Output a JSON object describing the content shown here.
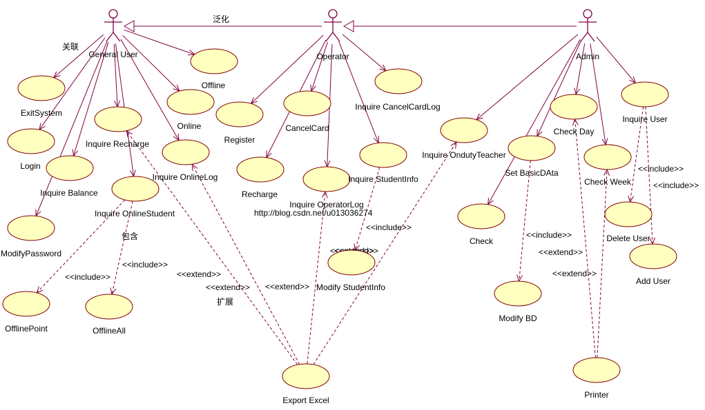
{
  "actors": [
    {
      "id": "general_user",
      "name": "General User"
    },
    {
      "id": "operator",
      "name": "Operator"
    },
    {
      "id": "admin",
      "name": "Admin"
    }
  ],
  "use_cases": [
    {
      "id": "exit_system",
      "label": "ExitSystem"
    },
    {
      "id": "login",
      "label": "Login"
    },
    {
      "id": "modify_password",
      "label": "ModifyPassword"
    },
    {
      "id": "inquire_balance",
      "label": "Inquire Balance"
    },
    {
      "id": "inquire_recharge",
      "label": "Inquire Recharge"
    },
    {
      "id": "inquire_online_student",
      "label": "Inquire OnlineStudent"
    },
    {
      "id": "inquire_online_log",
      "label": "Inquire OnlineLog"
    },
    {
      "id": "online",
      "label": "Online"
    },
    {
      "id": "offline",
      "label": "Offline"
    },
    {
      "id": "offline_point",
      "label": "OfflinePoint"
    },
    {
      "id": "offline_all",
      "label": "OfflineAll"
    },
    {
      "id": "register",
      "label": "Register"
    },
    {
      "id": "cancel_card",
      "label": "CancelCard"
    },
    {
      "id": "recharge",
      "label": "Recharge"
    },
    {
      "id": "inquire_operator_log",
      "label": "Inquire OperatorLog"
    },
    {
      "id": "inquire_student_info",
      "label": "Inquire StudentInfo"
    },
    {
      "id": "inquire_cancel_card_log",
      "label": "Inquire CancelCardLog"
    },
    {
      "id": "modify_student_info",
      "label": "Modify StudentInfo"
    },
    {
      "id": "export_excel",
      "label": "Export Excel"
    },
    {
      "id": "inquire_onduty_teacher",
      "label": "Inquire OndutyTeacher"
    },
    {
      "id": "check",
      "label": "Check"
    },
    {
      "id": "set_basic_data",
      "label": "Set BasicDAta"
    },
    {
      "id": "modify_bd",
      "label": "Modify BD"
    },
    {
      "id": "check_day",
      "label": "Check Day"
    },
    {
      "id": "check_week",
      "label": "Check Week"
    },
    {
      "id": "inquire_user",
      "label": "Inquire User"
    },
    {
      "id": "delete_user",
      "label": "Delete User"
    },
    {
      "id": "add_user",
      "label": "Add User"
    },
    {
      "id": "printer",
      "label": "Printer"
    }
  ],
  "relations": [
    {
      "type": "generalization",
      "from": "operator",
      "to": "general_user"
    },
    {
      "type": "generalization",
      "from": "admin",
      "to": "operator"
    },
    {
      "type": "association",
      "from": "general_user",
      "to": "exit_system"
    },
    {
      "type": "association",
      "from": "general_user",
      "to": "login"
    },
    {
      "type": "association",
      "from": "general_user",
      "to": "modify_password"
    },
    {
      "type": "association",
      "from": "general_user",
      "to": "inquire_balance"
    },
    {
      "type": "association",
      "from": "general_user",
      "to": "inquire_recharge"
    },
    {
      "type": "association",
      "from": "general_user",
      "to": "inquire_online_student"
    },
    {
      "type": "association",
      "from": "general_user",
      "to": "inquire_online_log"
    },
    {
      "type": "association",
      "from": "general_user",
      "to": "online"
    },
    {
      "type": "association",
      "from": "general_user",
      "to": "offline"
    },
    {
      "type": "association",
      "from": "operator",
      "to": "register"
    },
    {
      "type": "association",
      "from": "operator",
      "to": "cancel_card"
    },
    {
      "type": "association",
      "from": "operator",
      "to": "recharge"
    },
    {
      "type": "association",
      "from": "operator",
      "to": "inquire_operator_log"
    },
    {
      "type": "association",
      "from": "operator",
      "to": "inquire_student_info"
    },
    {
      "type": "association",
      "from": "operator",
      "to": "inquire_cancel_card_log"
    },
    {
      "type": "association",
      "from": "admin",
      "to": "inquire_onduty_teacher"
    },
    {
      "type": "association",
      "from": "admin",
      "to": "check"
    },
    {
      "type": "association",
      "from": "admin",
      "to": "set_basic_data"
    },
    {
      "type": "association",
      "from": "admin",
      "to": "check_day"
    },
    {
      "type": "association",
      "from": "admin",
      "to": "check_week"
    },
    {
      "type": "association",
      "from": "admin",
      "to": "inquire_user"
    },
    {
      "type": "include",
      "from": "inquire_online_student",
      "to": "offline_point",
      "label": "<<include>>"
    },
    {
      "type": "include",
      "from": "inquire_online_student",
      "to": "offline_all",
      "label": "<<include>>"
    },
    {
      "type": "include",
      "from": "inquire_student_info",
      "to": "modify_student_info",
      "label": "<<include>>"
    },
    {
      "type": "include",
      "from": "set_basic_data",
      "to": "modify_bd",
      "label": "<<include>>"
    },
    {
      "type": "include",
      "from": "inquire_user",
      "to": "delete_user",
      "label": "<<include>>"
    },
    {
      "type": "include",
      "from": "inquire_user",
      "to": "add_user",
      "label": "<<include>>"
    },
    {
      "type": "extend",
      "from": "export_excel",
      "to": "inquire_recharge",
      "label": "<<extend>>"
    },
    {
      "type": "extend",
      "from": "export_excel",
      "to": "inquire_online_log",
      "label": "<<extend>>"
    },
    {
      "type": "extend",
      "from": "export_excel",
      "to": "inquire_operator_log",
      "label": "<<extend>>"
    },
    {
      "type": "extend",
      "from": "export_excel",
      "to": "inquire_onduty_teacher",
      "label": "<<extend>>"
    },
    {
      "type": "extend",
      "from": "printer",
      "to": "check_day",
      "label": "<<extend>>"
    },
    {
      "type": "extend",
      "from": "printer",
      "to": "check_week",
      "label": "<<extend>>"
    }
  ],
  "annotations": {
    "generalization_note": "泛化",
    "association_note": "关联",
    "include_note": "包含",
    "extend_note": "扩展",
    "overlap_extend_label": "<<extend>>"
  },
  "watermark": "http://blog.csdn.net/u013036274",
  "colors": {
    "use_case_fill": "#ffffc0",
    "use_case_stroke": "#800000",
    "line": "#800040",
    "background": "#ffffff"
  }
}
